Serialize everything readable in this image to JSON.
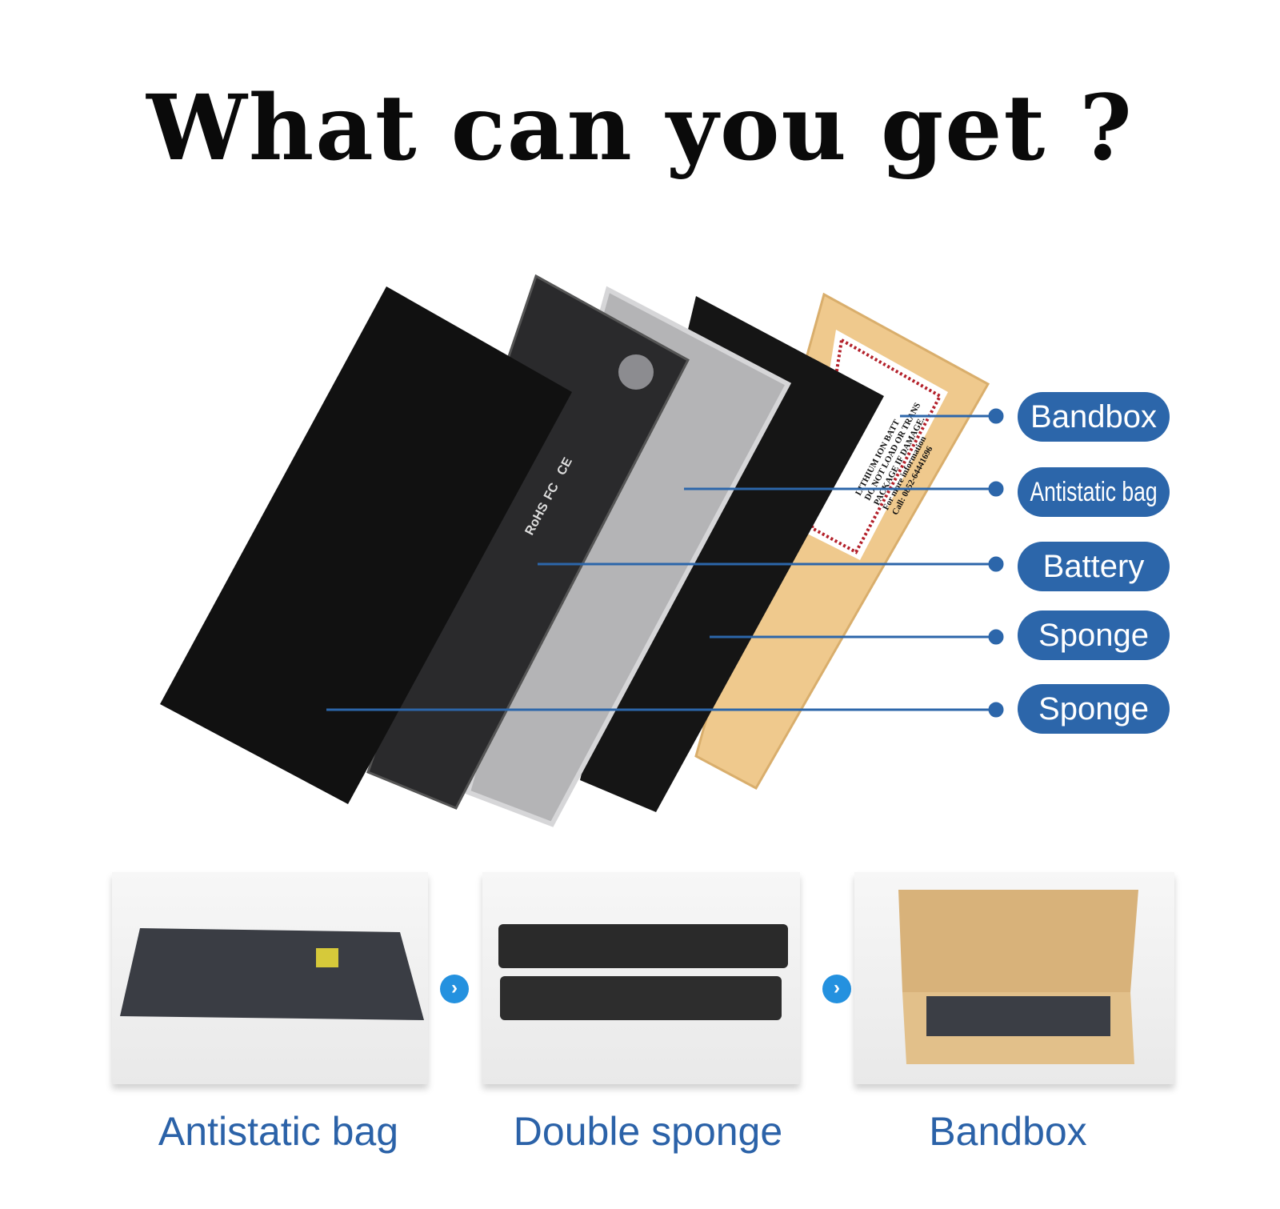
{
  "title": "What can you get ?",
  "diagram_labels": [
    "Bandbox",
    "Antistatic bag",
    "Battery",
    "Sponge",
    "Sponge"
  ],
  "box_label_text": [
    "LITHIUM ION BATT",
    "DO NOT LOAD OR TRANS",
    "PACKAGE IF DAMAGE.",
    "For more information",
    "Call: 0852-64441696"
  ],
  "battery_marks": [
    "RoHS",
    "FC",
    "CE"
  ],
  "steps": [
    {
      "caption": "Antistatic bag"
    },
    {
      "caption": "Double sponge"
    },
    {
      "caption": "Bandbox"
    }
  ],
  "colors": {
    "accent": "#2c66aa",
    "caption": "#2b62a8",
    "arrow": "#2491df",
    "box": "#efc98d"
  }
}
